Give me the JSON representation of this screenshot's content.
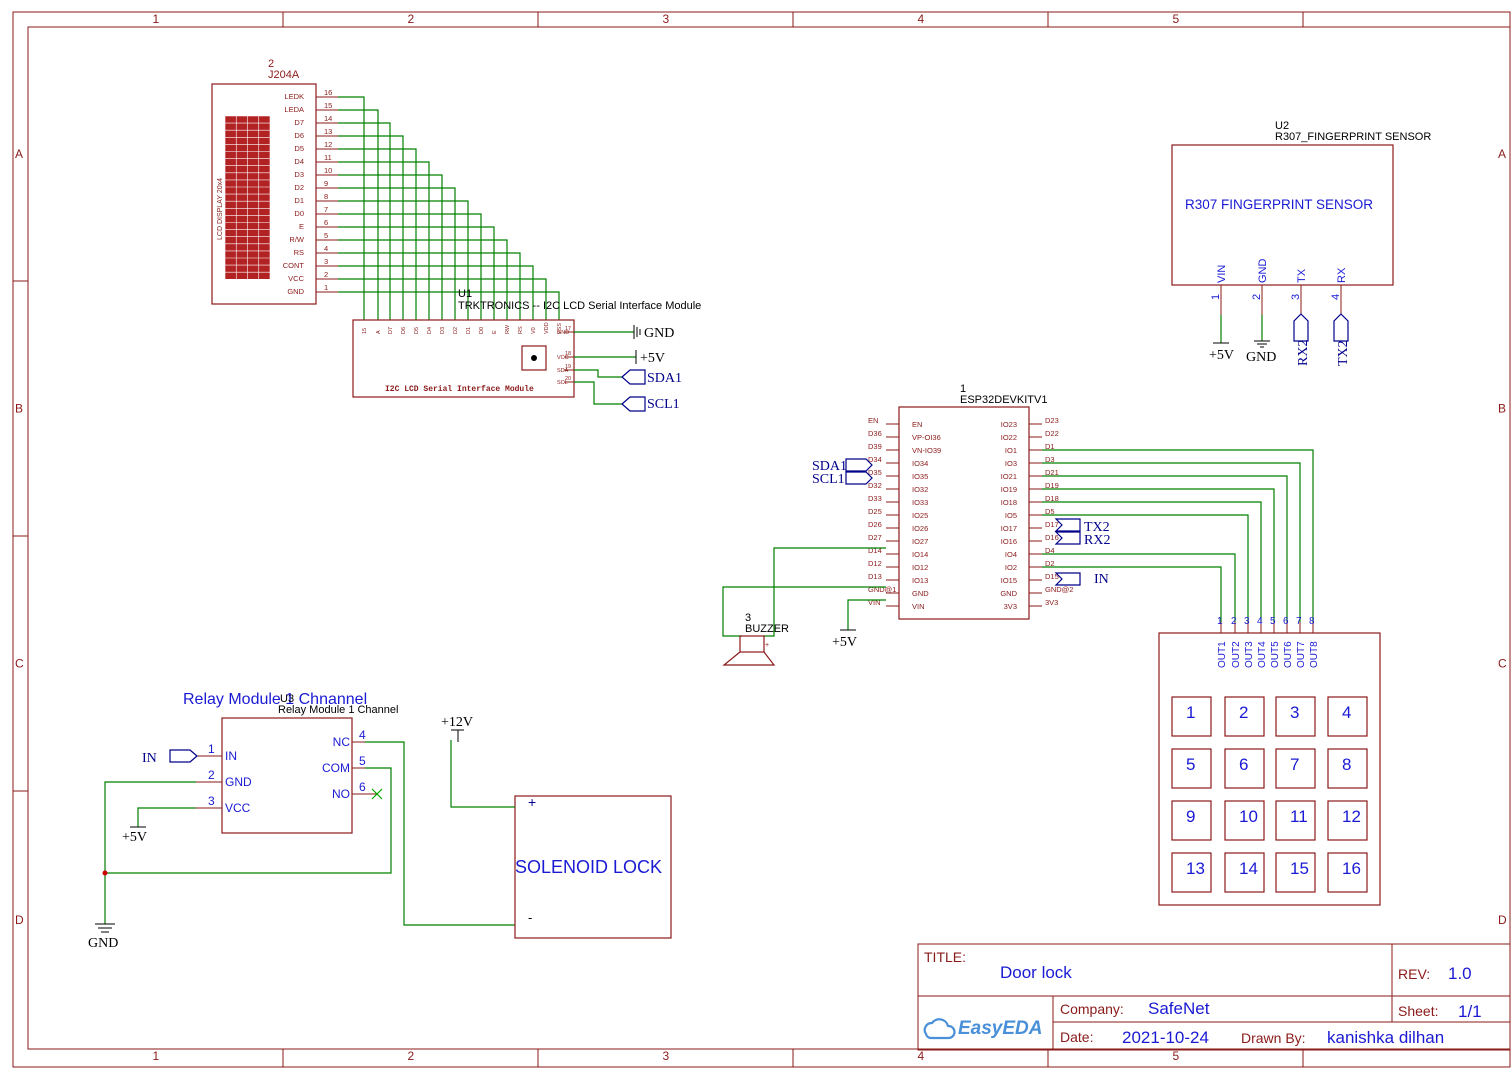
{
  "zones_cols": [
    "1",
    "2",
    "3",
    "4",
    "5"
  ],
  "zones_rows": [
    "A",
    "B",
    "C",
    "D"
  ],
  "lcd": {
    "designator": "2",
    "part": "J204A",
    "vertical_label": "LCD DISPLAY 20x4",
    "pins": [
      {
        "name": "LEDK",
        "num": "16"
      },
      {
        "name": "LEDA",
        "num": "15"
      },
      {
        "name": "D7",
        "num": "14"
      },
      {
        "name": "D6",
        "num": "13"
      },
      {
        "name": "D5",
        "num": "12"
      },
      {
        "name": "D4",
        "num": "11"
      },
      {
        "name": "D3",
        "num": "10"
      },
      {
        "name": "D2",
        "num": "9"
      },
      {
        "name": "D1",
        "num": "8"
      },
      {
        "name": "D0",
        "num": "7"
      },
      {
        "name": "E",
        "num": "6"
      },
      {
        "name": "R/W",
        "num": "5"
      },
      {
        "name": "RS",
        "num": "4"
      },
      {
        "name": "CONT",
        "num": "3"
      },
      {
        "name": "VCC",
        "num": "2"
      },
      {
        "name": "GND",
        "num": "1"
      }
    ]
  },
  "i2c": {
    "designator": "U1",
    "name": "TRKTRONICS -- I2C LCD Serial Interface Module",
    "body_label": "I2C LCD Serial Interface Module",
    "top_pins": [
      "16",
      "15",
      "A",
      "D7",
      "D6",
      "D5",
      "D4",
      "D3",
      "D2",
      "D1",
      "D0",
      "E",
      "RW",
      "RS",
      "V0",
      "VDD",
      "VSS"
    ],
    "top_nums": [
      "K",
      "A",
      "14",
      "13",
      "12",
      "11",
      "10",
      "9",
      "8",
      "7",
      "6",
      "5",
      "4",
      "3",
      "2",
      "1"
    ],
    "right_pins": [
      {
        "name": "GND",
        "num": "17"
      },
      {
        "name": "VCC",
        "num": "18"
      },
      {
        "name": "SDA",
        "num": "19"
      },
      {
        "name": "SCL",
        "num": "20"
      }
    ],
    "net_gnd": "GND",
    "net_5v": "+5V",
    "net_sda": "SDA1",
    "net_scl": "SCL1"
  },
  "fingerprint": {
    "designator": "U2",
    "name": "R307_FINGERPRINT SENSOR",
    "body_label": "R307 FINGERPRINT SENSOR",
    "pins": [
      {
        "name": "VIN",
        "num": "1"
      },
      {
        "name": "GND",
        "num": "2"
      },
      {
        "name": "TX",
        "num": "3"
      },
      {
        "name": "RX",
        "num": "4"
      }
    ],
    "net_5v": "+5V",
    "net_gnd": "GND",
    "net_rx2": "RX2",
    "net_tx2": "TX2"
  },
  "esp32": {
    "designator": "1",
    "name": "ESP32DEVKITV1",
    "left_ext": [
      "EN",
      "D36",
      "D39",
      "D34",
      "D35",
      "D32",
      "D33",
      "D25",
      "D26",
      "D27",
      "D14",
      "D12",
      "D13",
      "GND@1",
      "VIN"
    ],
    "left_int": [
      "EN",
      "VP-OI36",
      "VN-IO39",
      "IO34",
      "IO35",
      "IO32",
      "IO33",
      "IO25",
      "IO26",
      "IO27",
      "IO14",
      "IO12",
      "IO13",
      "GND",
      "VIN"
    ],
    "right_int": [
      "IO23",
      "IO22",
      "IO1",
      "IO3",
      "IO21",
      "IO19",
      "IO18",
      "IO5",
      "IO17",
      "IO16",
      "IO4",
      "IO2",
      "IO15",
      "GND",
      "3V3"
    ],
    "right_ext": [
      "D23",
      "D22",
      "D1",
      "D3",
      "D21",
      "D19",
      "D18",
      "D5",
      "D17",
      "D16",
      "D4",
      "D2",
      "D15",
      "GND@2",
      "3V3"
    ],
    "net_sda": "SDA1",
    "net_scl": "SCL1",
    "net_tx2": "TX2",
    "net_rx2": "RX2",
    "net_in": "IN",
    "net_5v": "+5V"
  },
  "buzzer": {
    "designator": "3",
    "name": "BUZZER",
    "plus": "+"
  },
  "keypad": {
    "pin_nums": [
      "1",
      "2",
      "3",
      "4",
      "5",
      "6",
      "7",
      "8"
    ],
    "pin_names": [
      "OUT1",
      "OUT2",
      "OUT3",
      "OUT4",
      "OUT5",
      "OUT6",
      "OUT7",
      "OUT8"
    ],
    "keys": [
      "1",
      "2",
      "3",
      "4",
      "5",
      "6",
      "7",
      "8",
      "9",
      "10",
      "11",
      "12",
      "13",
      "14",
      "15",
      "16"
    ]
  },
  "relay": {
    "title": "Relay Module 1 Chnannel",
    "designator": "U3",
    "name": "Relay Module 1 Channel",
    "left_pins": [
      {
        "name": "IN",
        "num": "1"
      },
      {
        "name": "GND",
        "num": "2"
      },
      {
        "name": "VCC",
        "num": "3"
      }
    ],
    "right_pins": [
      {
        "name": "NC",
        "num": "4"
      },
      {
        "name": "COM",
        "num": "5"
      },
      {
        "name": "NO",
        "num": "6"
      }
    ],
    "net_in": "IN",
    "net_5v": "+5V",
    "net_gnd": "GND"
  },
  "solenoid": {
    "label": "SOLENOID LOCK",
    "plus": "+",
    "minus": "-",
    "net_12v": "+12V"
  },
  "title_block": {
    "title_key": "TITLE:",
    "title": "Door lock",
    "rev_key": "REV:",
    "rev": "1.0",
    "company_key": "Company:",
    "company": "SafeNet",
    "sheet_key": "Sheet:",
    "sheet": "1/1",
    "date_key": "Date:",
    "date": "2021-10-24",
    "drawn_key": "Drawn By:",
    "drawn": "kanishka dilhan",
    "logo": "EasyEDA"
  },
  "colors": {
    "frame": "#8b1a1a",
    "wire": "#008000",
    "net": "#00008b",
    "accent": "#1a1ad4"
  }
}
